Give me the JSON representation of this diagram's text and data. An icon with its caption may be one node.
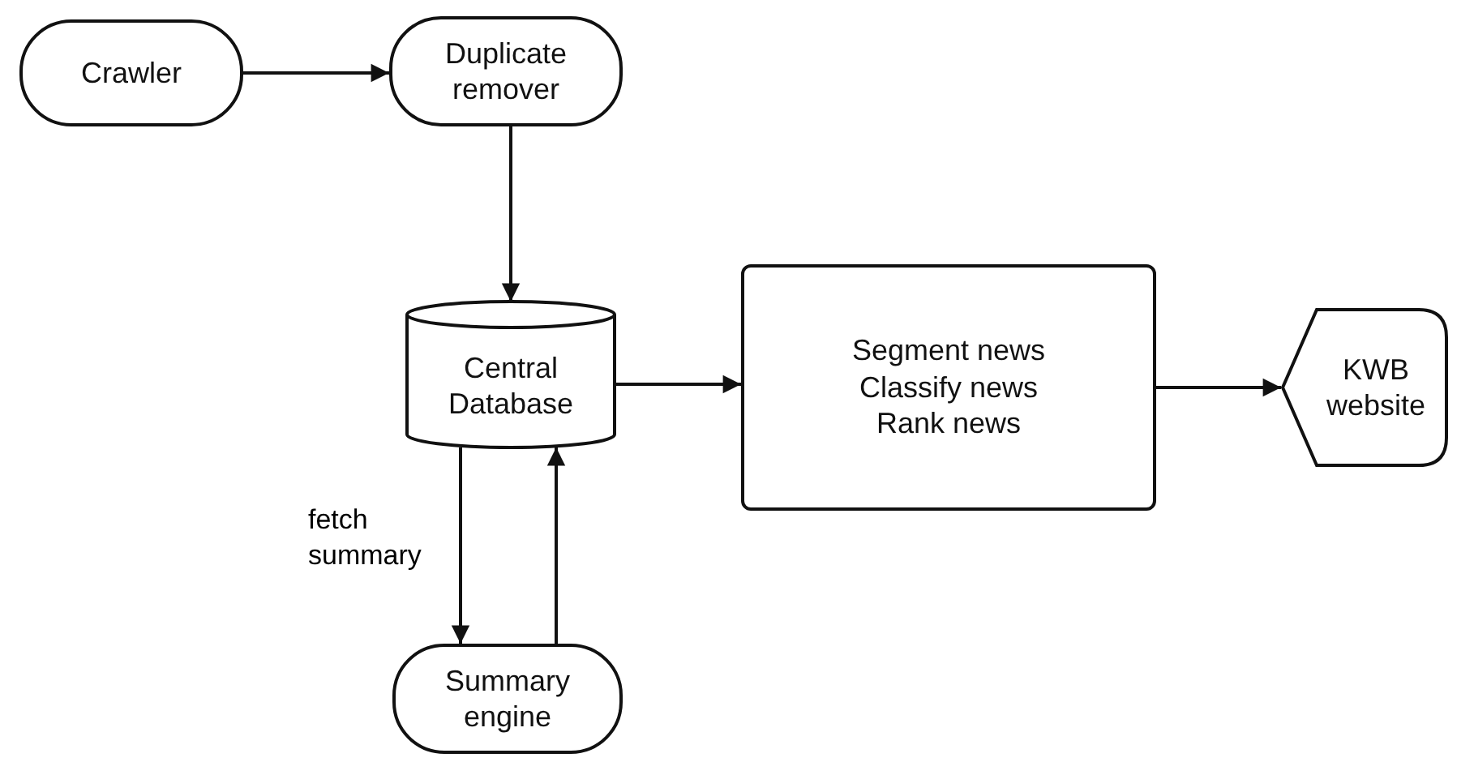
{
  "diagram": {
    "nodes": [
      {
        "text": [
          "Crawler"
        ]
      },
      {
        "text": [
          "Duplicate remover"
        ]
      },
      {
        "text": [
          "Central Database"
        ]
      },
      {
        "text": [
          "Segment news",
          "Classify news",
          "Rank news"
        ]
      },
      {
        "text": [
          "KWB website"
        ]
      },
      {
        "text": [
          "Summary engine"
        ]
      }
    ],
    "edges": [
      {
        "from": 0,
        "to": 1,
        "arrow": "to"
      },
      {
        "from": 1,
        "to": 2,
        "arrow": "to"
      },
      {
        "from": 2,
        "to": 3,
        "arrow": "to"
      },
      {
        "from": 3,
        "to": 4,
        "arrow": "to"
      },
      {
        "from": 2,
        "to": 5,
        "arrow": "to",
        "label": "fetch summary"
      },
      {
        "from": 5,
        "to": 2,
        "arrow": "to"
      }
    ]
  }
}
